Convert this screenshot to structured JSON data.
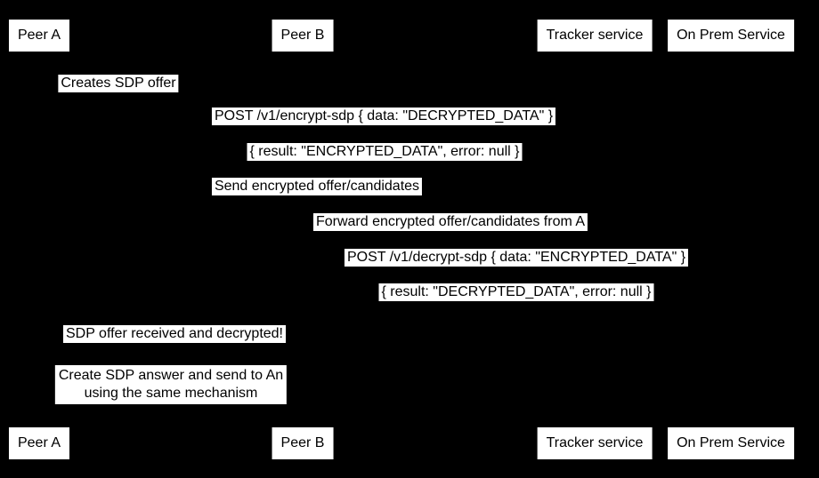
{
  "diagram": {
    "type": "sequence-diagram",
    "background_color": "#000000",
    "box_fill_color": "#ffffff",
    "text_color": "#000000"
  },
  "participants": {
    "top": [
      {
        "label": "Peer A"
      },
      {
        "label": "Peer B"
      },
      {
        "label": "Tracker service"
      },
      {
        "label": "On Prem Service"
      }
    ],
    "bottom": [
      {
        "label": "Peer A"
      },
      {
        "label": "Peer B"
      },
      {
        "label": "Tracker service"
      },
      {
        "label": "On Prem Service"
      }
    ]
  },
  "messages": [
    {
      "label": "Creates SDP offer"
    },
    {
      "label": "POST /v1/encrypt-sdp { data: \"DECRYPTED_DATA\" }"
    },
    {
      "label": "{ result: \"ENCRYPTED_DATA\", error: null }"
    },
    {
      "label": "Send encrypted offer/candidates"
    },
    {
      "label": "Forward encrypted offer/candidates from A"
    },
    {
      "label": "POST /v1/decrypt-sdp { data: \"ENCRYPTED_DATA\" }"
    },
    {
      "label": "{ result: \"DECRYPTED_DATA\", error: null }"
    },
    {
      "label": "SDP offer received and decrypted!"
    }
  ],
  "note": {
    "text": "Create SDP answer and send to An\nusing the same mechanism"
  }
}
